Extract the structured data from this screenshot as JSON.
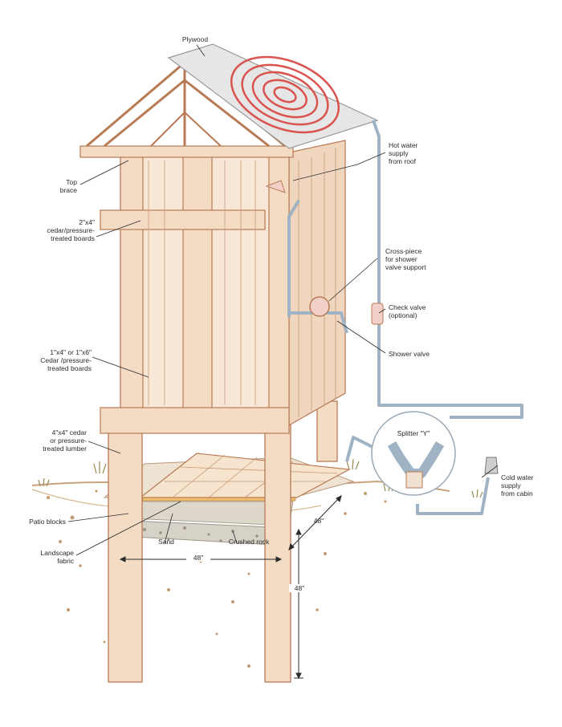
{
  "labels": {
    "plywood": "Plywood",
    "hot_water": "Hot water\nsupply\nfrom roof",
    "top_brace": "Top\nbrace",
    "boards_2x4": "2\"x4\"\ncedar/pressure-\ntreated boards",
    "cross_piece": "Cross-piece\nfor shower\nvalve support",
    "check_valve": "Check valve\n(optional)",
    "boards_1x4": "1\"x4\" or 1\"x6\"\nCedar /pressure-\ntreated boards",
    "shower_valve": "Shower valve",
    "lumber_4x4": "4\"x4\" cedar\nor pressure-\ntreated lumber",
    "splitter": "Splitter \"Y\"",
    "cold_water": "Cold water\nsupply\nfrom cabin",
    "patio_blocks": "Patio blocks",
    "sand": "Sand",
    "crushed_rock": "Crushed rock",
    "landscape_fabric": "Landscape\nfabric",
    "dim_width": "48\"",
    "dim_depth": "48\"",
    "dim_height": "48\""
  },
  "colors": {
    "wood_fill": "#f4dcc4",
    "wood_stroke": "#b87a55",
    "coil": "#d9534f",
    "pipe": "#9fb3c4",
    "roof": "#e6e6e6",
    "ink": "#2b2b2b"
  }
}
